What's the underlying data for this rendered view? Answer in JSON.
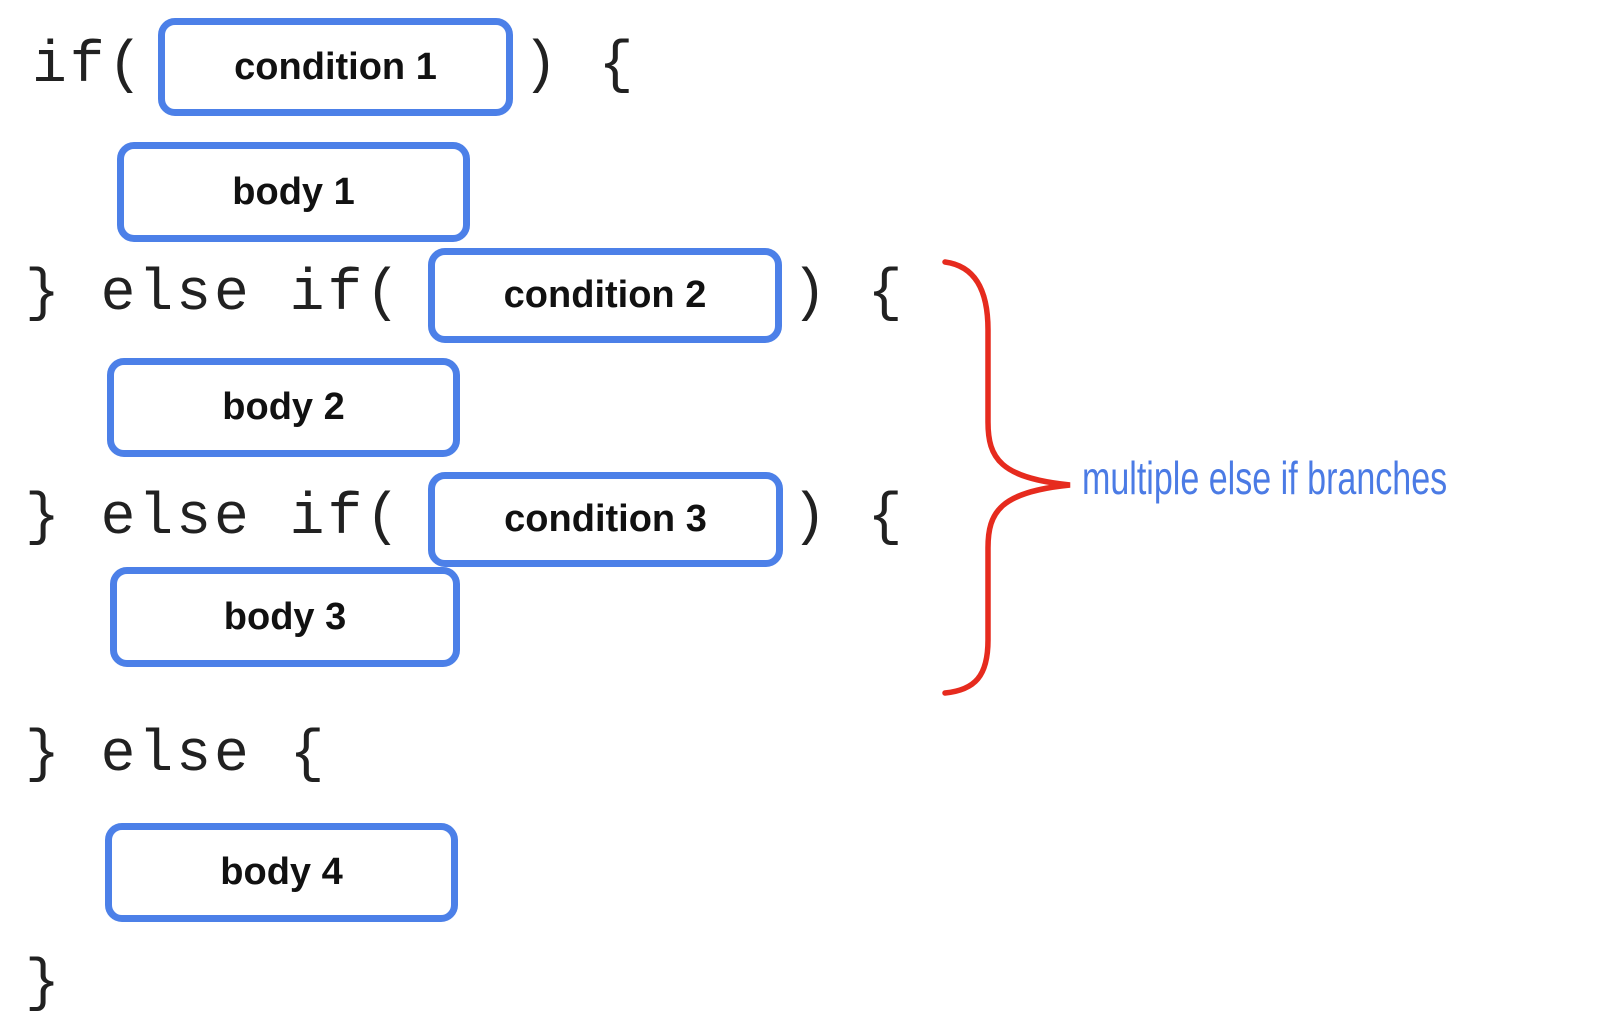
{
  "code": {
    "line1_prefix": "if(",
    "line1_suffix": ") {",
    "line3_prefix": "} else if(",
    "line3_suffix": ") {",
    "line5_prefix": "} else if(",
    "line5_suffix": ") {",
    "line7": "} else {",
    "line9": "}"
  },
  "boxes": {
    "condition1": {
      "label": "condition 1"
    },
    "body1": {
      "label": "body 1"
    },
    "condition2": {
      "label": "condition 2"
    },
    "body2": {
      "label": "body 2"
    },
    "condition3": {
      "label": "condition 3"
    },
    "body3": {
      "label": "body 3"
    },
    "body4": {
      "label": "body 4"
    }
  },
  "annotation": {
    "label": "multiple else if branches"
  },
  "colors": {
    "background": "#ffffff",
    "box_border": "#4c80e8",
    "code_text": "#212121",
    "label_text": "#111111",
    "brace": "#e62b1e",
    "annotation_text": "#4b7be5"
  }
}
